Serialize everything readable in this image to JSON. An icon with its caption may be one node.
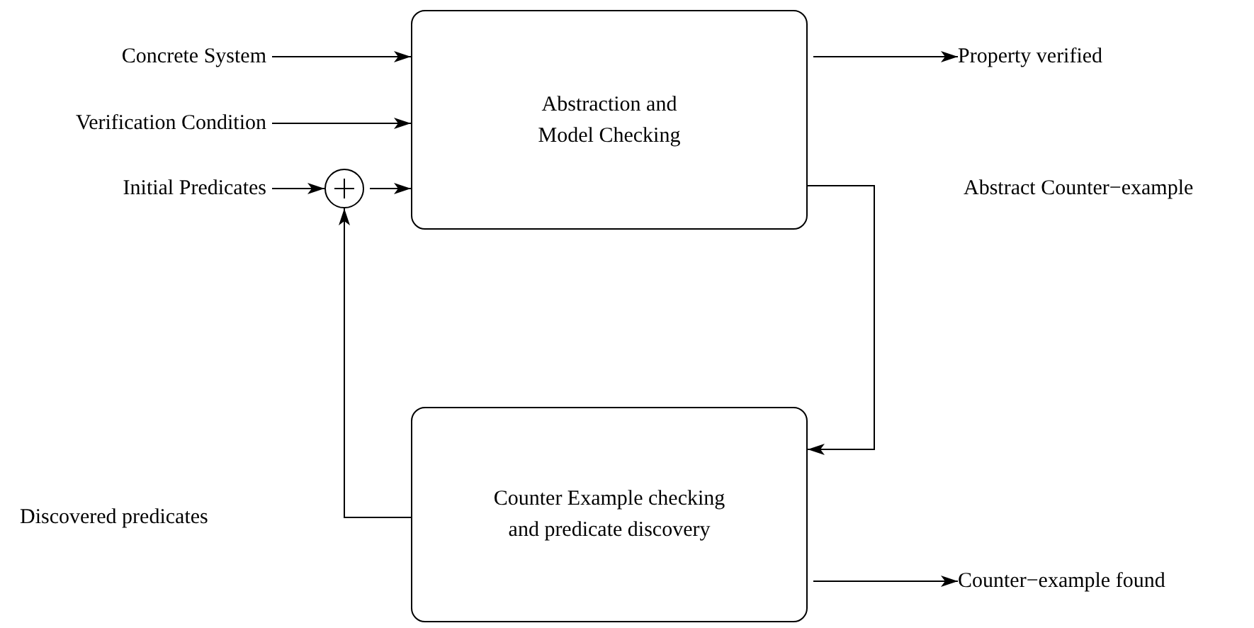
{
  "diagram": {
    "nodes": [
      {
        "text": [
          "Concrete System"
        ]
      },
      {
        "text": [
          "Verification Condition"
        ]
      },
      {
        "text": [
          "Initial Predicates"
        ]
      },
      {
        "text": [],
        "shape": "circle"
      },
      {
        "text": [
          "Abstraction and Model Checking"
        ]
      },
      {
        "text": [
          "Property verified"
        ]
      },
      {
        "text": [
          "Counter Example checking and predicate discovery"
        ]
      },
      {
        "text": [
          "Counter−example found"
        ]
      }
    ],
    "edges": [
      {
        "from": 0,
        "to": 4,
        "arrow": "to"
      },
      {
        "from": 1,
        "to": 4,
        "arrow": "to"
      },
      {
        "from": 2,
        "to": 3,
        "arrow": "to"
      },
      {
        "from": 3,
        "to": 4,
        "arrow": "to"
      },
      {
        "from": 4,
        "to": 5,
        "arrow": "to"
      },
      {
        "from": 4,
        "to": 6,
        "arrow": "to"
      },
      {
        "from": 6,
        "to": 3,
        "arrow": "to"
      },
      {
        "from": 6,
        "to": 7,
        "arrow": "to"
      }
    ],
    "labels": [
      "Abstract Counter−example",
      "Discovered predicates"
    ]
  }
}
